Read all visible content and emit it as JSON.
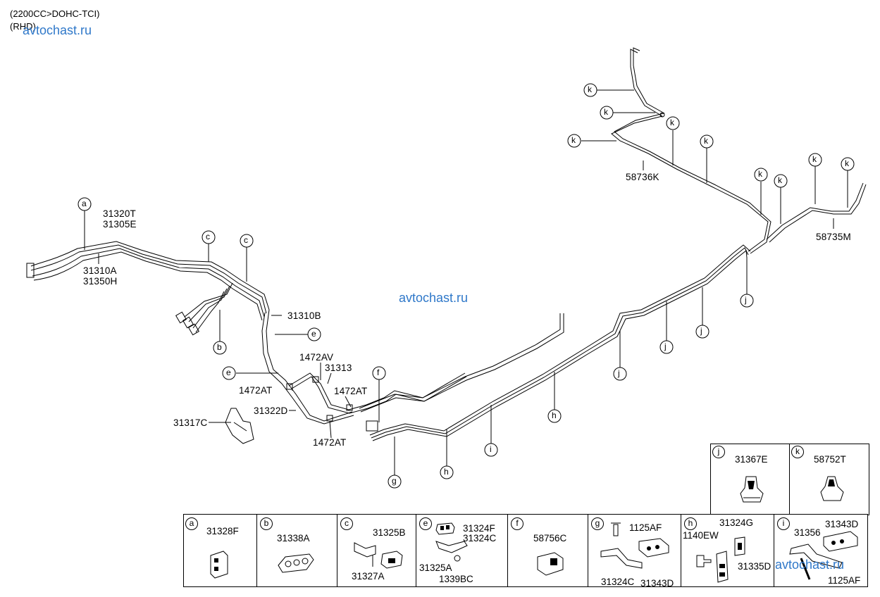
{
  "header": {
    "line1": "(2200CC>DOHC-TCI)",
    "line2": "(RHD)"
  },
  "watermark": "avtochast.ru",
  "callouts": {
    "a": "a",
    "b": "b",
    "c": "c",
    "e": "e",
    "f": "f",
    "g": "g",
    "h": "h",
    "i": "i",
    "j": "j",
    "k": "k"
  },
  "parts": {
    "p31320T": "31320T",
    "p31305E": "31305E",
    "p31310A": "31310A",
    "p31350H": "31350H",
    "p31310B": "31310B",
    "p1472AV": "1472AV",
    "p31313": "31313",
    "p1472AT": "1472AT",
    "p31322D": "31322D",
    "p31317C": "31317C",
    "p58736K": "58736K",
    "p58735M": "58735M"
  },
  "legend": {
    "j": {
      "letter": "j",
      "part": "31367E"
    },
    "k": {
      "letter": "k",
      "part": "58752T"
    },
    "a": {
      "letter": "a",
      "parts": [
        "31328F"
      ]
    },
    "b": {
      "letter": "b",
      "parts": [
        "31338A"
      ]
    },
    "c": {
      "letter": "c",
      "parts": [
        "31325B",
        "31327A"
      ]
    },
    "e": {
      "letter": "e",
      "parts": [
        "31324F",
        "31324C",
        "31325A",
        "1339BC"
      ]
    },
    "f": {
      "letter": "f",
      "parts": [
        "58756C"
      ]
    },
    "g": {
      "letter": "g",
      "parts": [
        "1125AF",
        "31324C",
        "31343D"
      ]
    },
    "h": {
      "letter": "h",
      "parts": [
        "31324G",
        "1140EW",
        "31335D"
      ]
    },
    "i": {
      "letter": "i",
      "parts": [
        "31356",
        "31343D",
        "1125AF"
      ]
    }
  }
}
